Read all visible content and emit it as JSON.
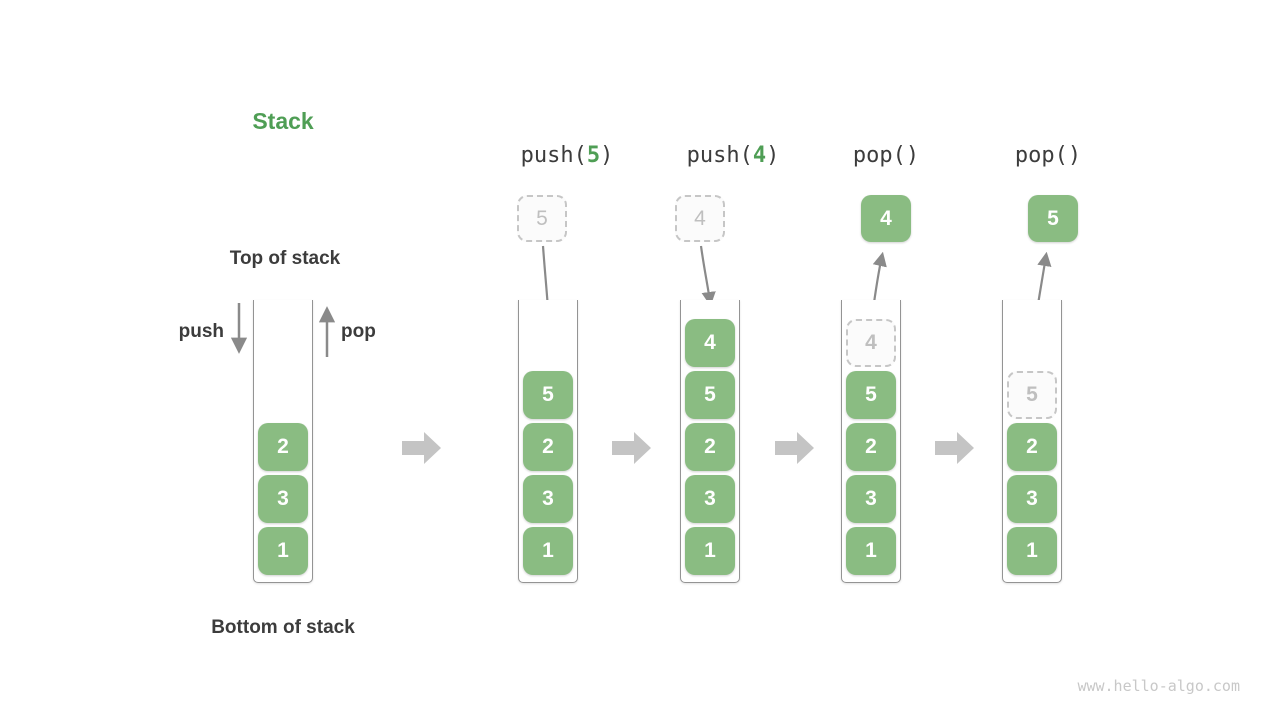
{
  "title": "Stack",
  "labels": {
    "top_of_stack": "Top of stack",
    "bottom_of_stack": "Bottom of stack",
    "push": "push",
    "pop": "pop"
  },
  "operations": [
    {
      "prefix": "push(",
      "arg": "5",
      "suffix": ")"
    },
    {
      "prefix": "push(",
      "arg": "4",
      "suffix": ")"
    },
    {
      "prefix": "pop(",
      "arg": "",
      "suffix": ")"
    },
    {
      "prefix": "pop(",
      "arg": "",
      "suffix": ")"
    }
  ],
  "stacks": [
    {
      "cells": [
        {
          "v": "1"
        },
        {
          "v": "3"
        },
        {
          "v": "2"
        }
      ]
    },
    {
      "cells": [
        {
          "v": "1"
        },
        {
          "v": "3"
        },
        {
          "v": "2"
        },
        {
          "v": "5"
        }
      ]
    },
    {
      "cells": [
        {
          "v": "1"
        },
        {
          "v": "3"
        },
        {
          "v": "2"
        },
        {
          "v": "5"
        },
        {
          "v": "4"
        }
      ]
    },
    {
      "cells": [
        {
          "v": "1"
        },
        {
          "v": "3"
        },
        {
          "v": "2"
        },
        {
          "v": "5"
        },
        {
          "v": "4",
          "ghost": true
        }
      ]
    },
    {
      "cells": [
        {
          "v": "1"
        },
        {
          "v": "3"
        },
        {
          "v": "2"
        },
        {
          "v": "5",
          "ghost": true
        }
      ]
    }
  ],
  "floating_boxes": [
    {
      "value": "5",
      "style": "dashed"
    },
    {
      "value": "4",
      "style": "dashed"
    },
    {
      "value": "4",
      "style": "solid"
    },
    {
      "value": "5",
      "style": "solid"
    }
  ],
  "watermark": "www.hello-algo.com",
  "colors": {
    "accent_green": "#4f9e55",
    "box_green": "#8abc82",
    "dark_text": "#3c3c3c",
    "flow_arrow_gray": "#8a8a8a",
    "transition_arrow_gray": "#c4c4c4",
    "ghost_gray": "#bfbfbf"
  }
}
